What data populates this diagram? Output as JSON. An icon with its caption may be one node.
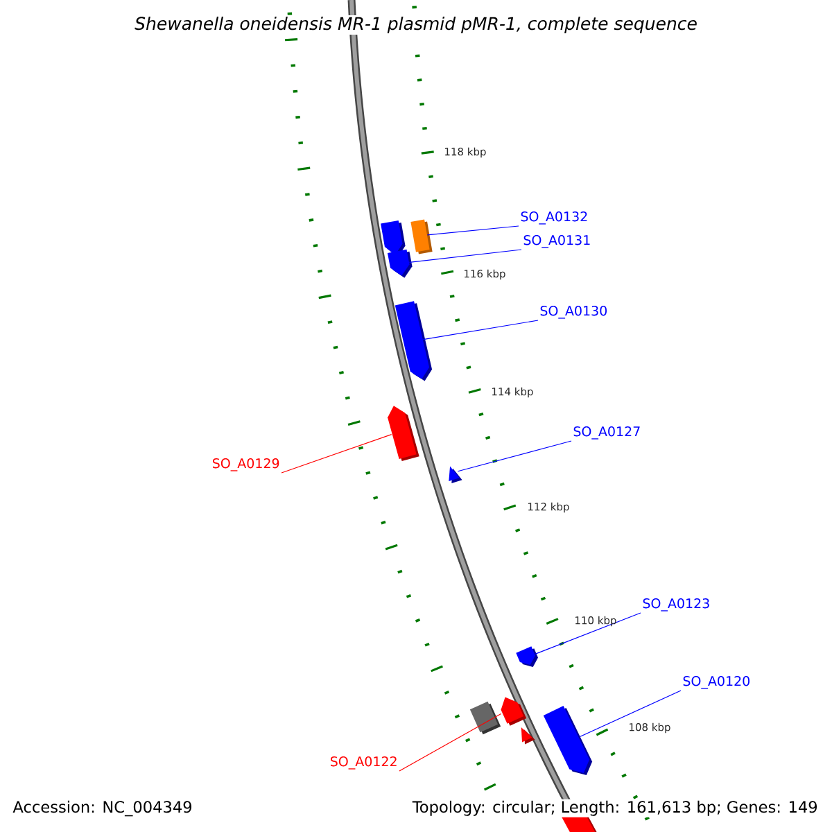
{
  "diagram": {
    "title": "Shewanella oneidensis MR-1 plasmid pMR-1, complete sequence",
    "nodes": [
      {
        "text": [
          "SO_A0132"
        ]
      },
      {
        "text": [
          "SO_A0131"
        ]
      },
      {
        "text": [
          "SO_A0130"
        ]
      },
      {
        "text": [
          "SO_A0127"
        ]
      },
      {
        "text": [
          "SO_A0129"
        ]
      },
      {
        "text": [
          "SO_A0123"
        ]
      },
      {
        "text": [
          "SO_A0120"
        ]
      },
      {
        "text": [
          "SO_A0122"
        ]
      },
      {
        "text": [],
        "shape": "box"
      },
      {
        "text": [],
        "shape": "pentagon"
      },
      {
        "text": [],
        "shape": "pentagon"
      },
      {
        "text": [],
        "shape": "pentagon"
      },
      {
        "text": [],
        "shape": "triangle"
      },
      {
        "text": [],
        "shape": "pentagon"
      },
      {
        "text": [],
        "shape": "pentagon"
      },
      {
        "text": [],
        "shape": "pentagon"
      }
    ],
    "edges": [
      {
        "from": 0,
        "to": 8,
        "arrow": "none"
      },
      {
        "from": 1,
        "to": 9,
        "arrow": "none"
      },
      {
        "from": 2,
        "to": 10,
        "arrow": "none"
      },
      {
        "from": 3,
        "to": 12,
        "arrow": "none"
      },
      {
        "from": 4,
        "to": 11,
        "arrow": "none",
        "color": "#ff0000"
      },
      {
        "from": 5,
        "to": 13,
        "arrow": "none"
      },
      {
        "from": 6,
        "to": 15,
        "arrow": "none"
      },
      {
        "from": 7,
        "to": 14,
        "arrow": "none",
        "color": "#ff0000"
      }
    ],
    "labels": [
      "118 kbp",
      "116 kbp",
      "114 kbp",
      "112 kbp",
      "110 kbp",
      "108 kbp",
      "Accession: NC_004349",
      "Topology: circular; Length: 161,613 bp; Genes: 149"
    ]
  }
}
